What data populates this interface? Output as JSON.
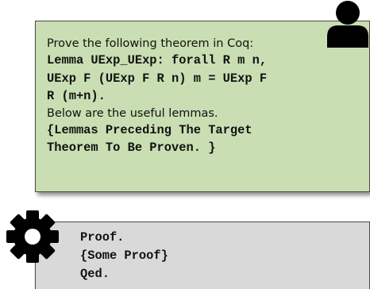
{
  "prompt": {
    "intro": "Prove the following theorem in Coq:",
    "lemma_lines": [
      "Lemma UExp_UExp: forall R m n,",
      "UExp F (UExp F R n) m = UExp F",
      "R (m+n)."
    ],
    "lemmas_intro": "Below are the useful lemmas.",
    "placeholder_lines": [
      "{Lemmas Preceding The Target",
      "Theorem To Be Proven. }"
    ]
  },
  "proof": {
    "lines": [
      "Proof.",
      "{Some Proof}",
      "Qed."
    ]
  },
  "icons": {
    "user": "user-icon",
    "gear": "gear-icon"
  },
  "colors": {
    "prompt_background": "#c9deb2",
    "proof_background": "#d9d9d9",
    "border": "#4a4a4a",
    "icon": "#000000"
  }
}
